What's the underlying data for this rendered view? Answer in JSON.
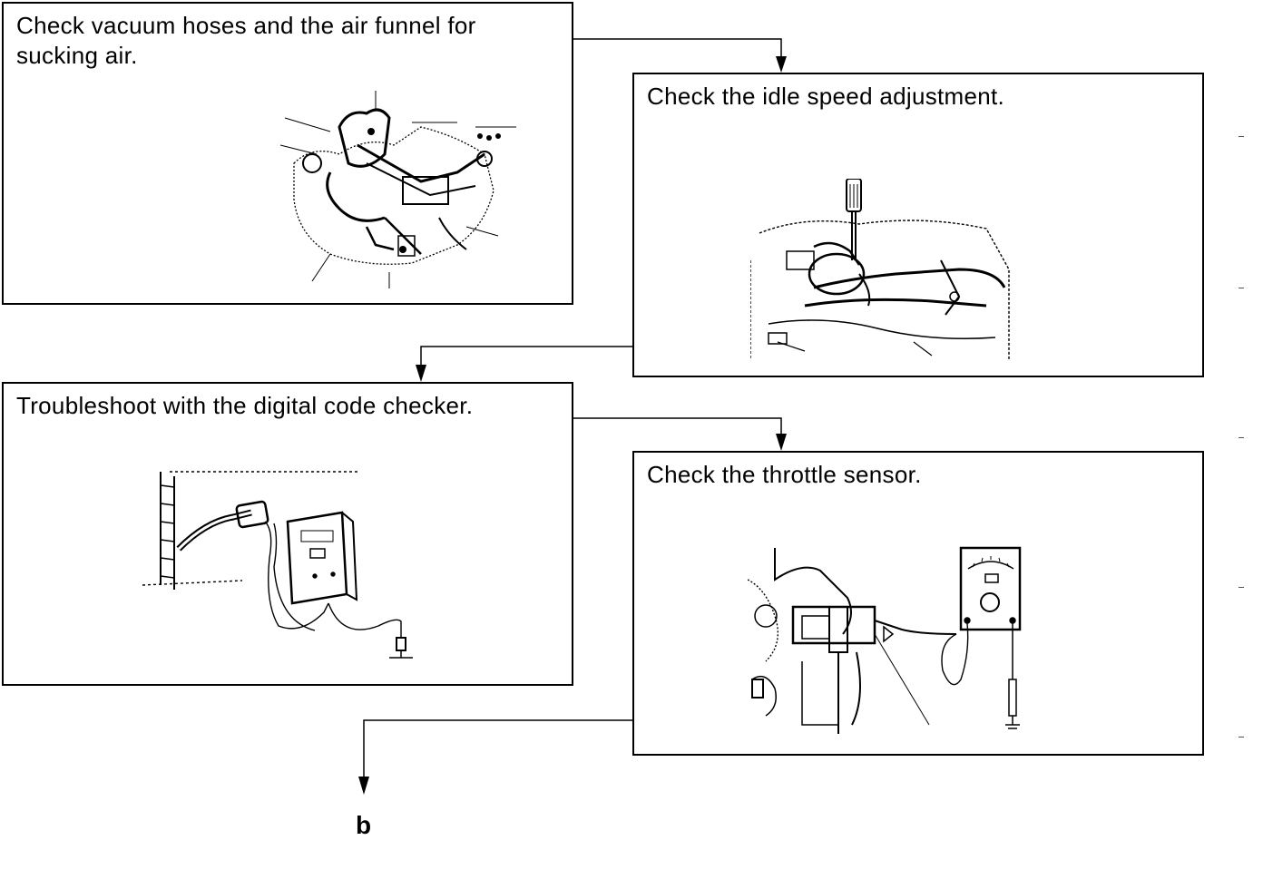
{
  "steps": [
    {
      "id": "vacuum-hoses",
      "text": "Check vacuum hoses and the air funnel for sucking air.",
      "illustration": "engine-bay-vacuum-hose-drawing"
    },
    {
      "id": "idle-speed",
      "text": "Check the idle speed adjustment.",
      "illustration": "screwdriver-throttle-body-drawing"
    },
    {
      "id": "code-checker",
      "text": "Troubleshoot with the digital code checker.",
      "illustration": "digital-code-checker-drawing"
    },
    {
      "id": "throttle-sensor",
      "text": "Check the throttle sensor.",
      "illustration": "voltmeter-throttle-sensor-drawing"
    }
  ],
  "flow_end_label": "b"
}
